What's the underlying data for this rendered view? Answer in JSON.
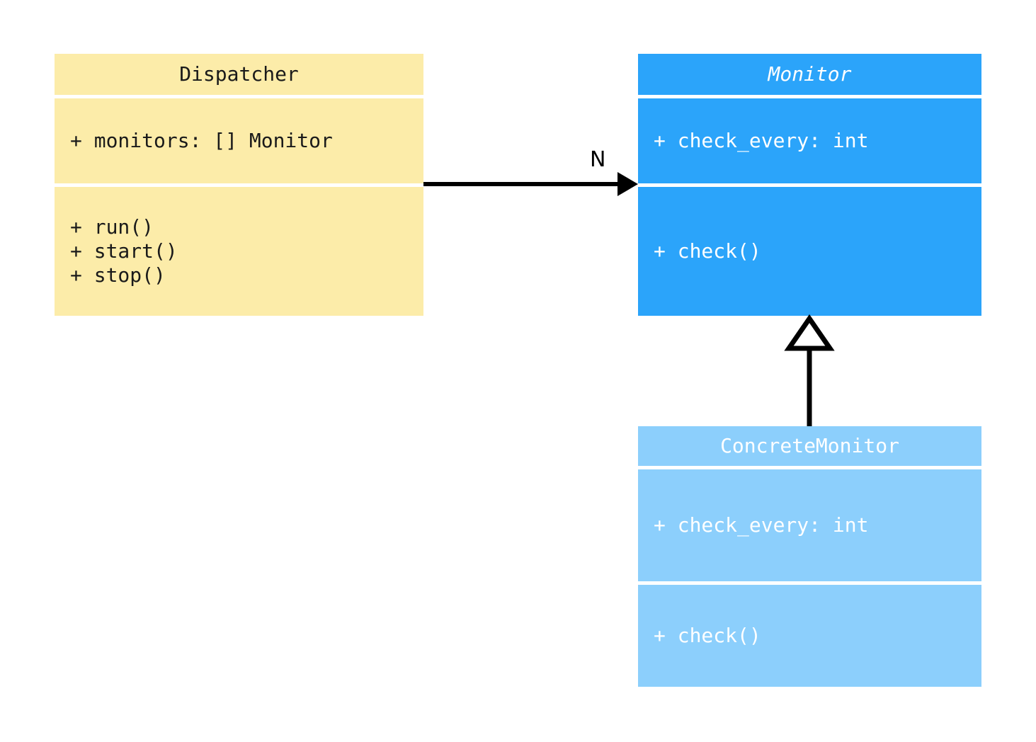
{
  "diagram": {
    "type": "uml-class-diagram",
    "background_color": "#ffffff",
    "classes": [
      {
        "id": "dispatcher",
        "name": "Dispatcher",
        "abstract": false,
        "fill_color": "#fceca9",
        "text_color": "#1a1a1a",
        "attributes": [
          "+ monitors: [] Monitor"
        ],
        "methods": [
          "+ run()",
          "+ start()",
          "+ stop()"
        ]
      },
      {
        "id": "monitor",
        "name": "Monitor",
        "abstract": true,
        "fill_color": "#2ba4fa",
        "text_color": "#ffffff",
        "attributes": [
          "+ check_every: int"
        ],
        "methods": [
          "+ check()"
        ]
      },
      {
        "id": "concrete-monitor",
        "name": "ConcreteMonitor",
        "abstract": false,
        "fill_color": "#8ccffc",
        "text_color": "#ffffff",
        "attributes": [
          "+ check_every: int"
        ],
        "methods": [
          "+ check()"
        ]
      }
    ],
    "relationships": [
      {
        "id": "dispatcher-to-monitor",
        "kind": "association",
        "from": "Dispatcher",
        "to": "Monitor",
        "label": "N",
        "arrowhead": "filled-triangle",
        "line_color": "#000000"
      },
      {
        "id": "concrete-monitor-to-monitor",
        "kind": "generalization",
        "from": "ConcreteMonitor",
        "to": "Monitor",
        "label": "",
        "arrowhead": "hollow-triangle",
        "line_color": "#000000"
      }
    ]
  }
}
